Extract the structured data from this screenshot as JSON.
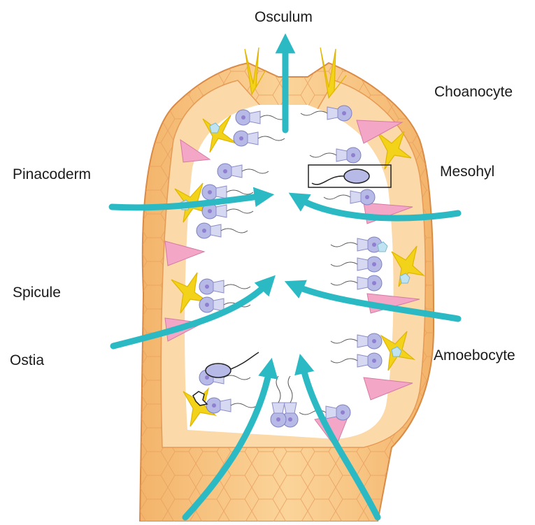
{
  "labels": {
    "osculum": "Osculum",
    "choanocyte": "Choanocyte",
    "pinacoderm": "Pinacoderm",
    "mesohyl": "Mesohyl",
    "spicule": "Spicule",
    "ostia": "Ostia",
    "amoebocyte": "Amoebocyte"
  },
  "colors": {
    "background": "#ffffff",
    "body_wall": "#f7c27a",
    "body_wall_dark": "#e8944a",
    "cavity": "#ffffff",
    "mesohyl": "#fbd9a8",
    "water_flow": "#2bbac4",
    "spicule": "#f3d21a",
    "pinacocyte": "#f3a6c6",
    "choanocyte": "#b7b9e6",
    "amoebocyte": "#bfe3f0",
    "cell_nucleus": "#d46aa8",
    "label_text": "#1a1a1a"
  }
}
